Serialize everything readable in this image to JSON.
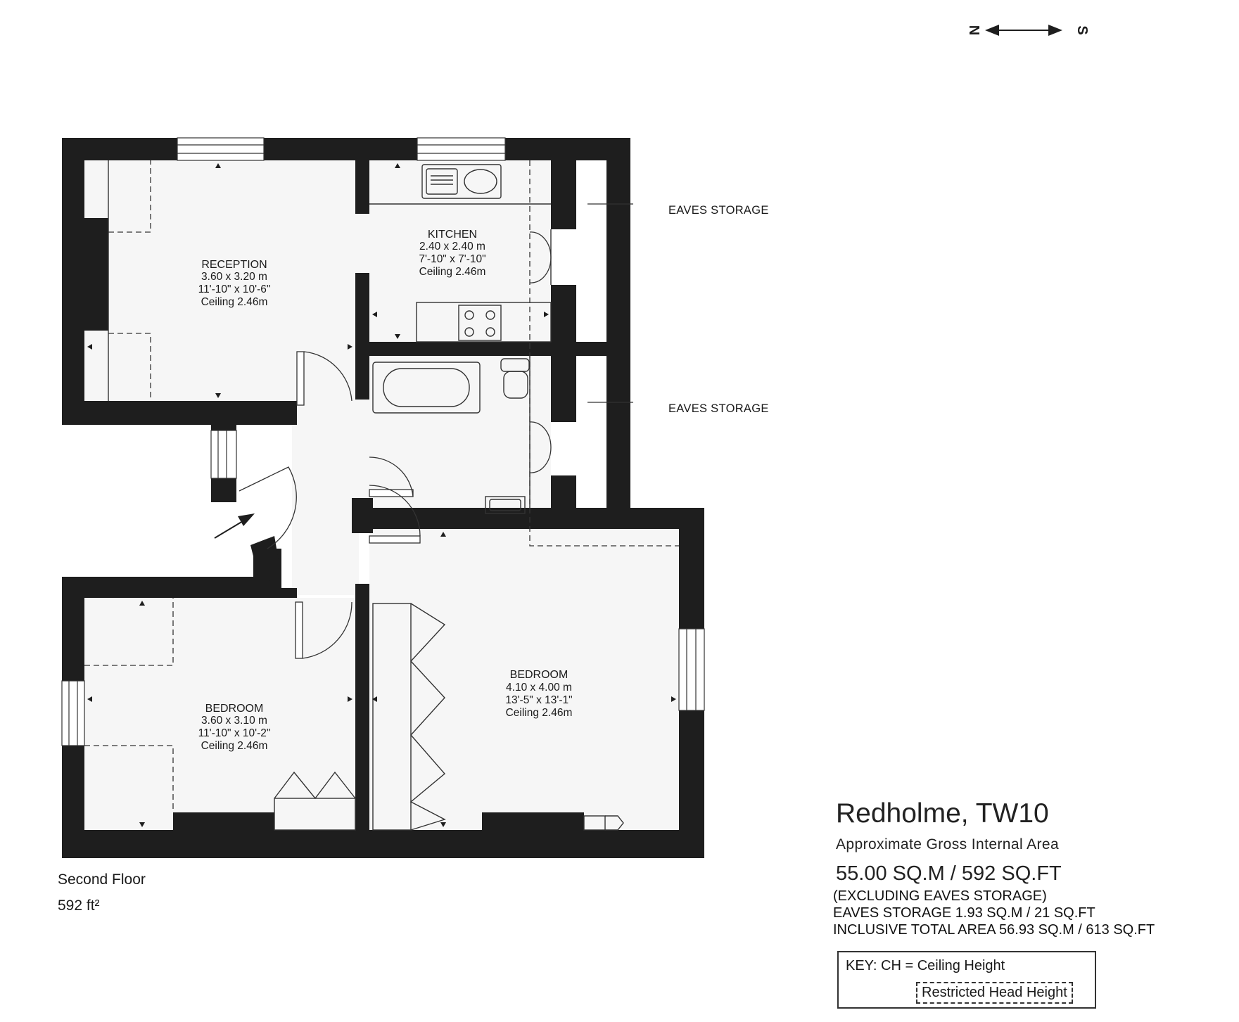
{
  "compass": {
    "north": "N",
    "south": "S"
  },
  "rooms": {
    "reception": {
      "name": "RECEPTION",
      "metric": "3.60 x 3.20 m",
      "imperial": "11'-10\" x 10'-6\"",
      "ceiling": "Ceiling 2.46m"
    },
    "kitchen": {
      "name": "KITCHEN",
      "metric": "2.40 x 2.40 m",
      "imperial": "7'-10\" x 7'-10\"",
      "ceiling": "Ceiling 2.46m"
    },
    "bedroom_large": {
      "name": "BEDROOM",
      "metric": "4.10 x 4.00 m",
      "imperial": "13'-5\" x 13'-1\"",
      "ceiling": "Ceiling 2.46m"
    },
    "bedroom_small": {
      "name": "BEDROOM",
      "metric": "3.60 x 3.10 m",
      "imperial": "11'-10\" x 10'-2\"",
      "ceiling": "Ceiling 2.46m"
    }
  },
  "eaves_labels": [
    "EAVES STORAGE",
    "EAVES STORAGE"
  ],
  "floor": {
    "name": "Second Floor",
    "area": "592 ft²"
  },
  "area_summary": {
    "title": "Redholme, TW10",
    "subtitle": "Approximate Gross Internal Area",
    "main": "55.00 SQ.M / 592 SQ.FT",
    "excluding": "(EXCLUDING EAVES STORAGE)",
    "eaves": "EAVES STORAGE  1.93 SQ.M / 21 SQ.FT",
    "inclusive": "INCLUSIVE TOTAL AREA 56.93 SQ.M / 613 SQ.FT"
  },
  "key": {
    "line1": "KEY: CH = Ceiling Height",
    "restricted": "Restricted Head Height"
  },
  "colors": {
    "wall": "#1e1e1e",
    "floor": "#f6f6f6",
    "line": "#333333"
  }
}
